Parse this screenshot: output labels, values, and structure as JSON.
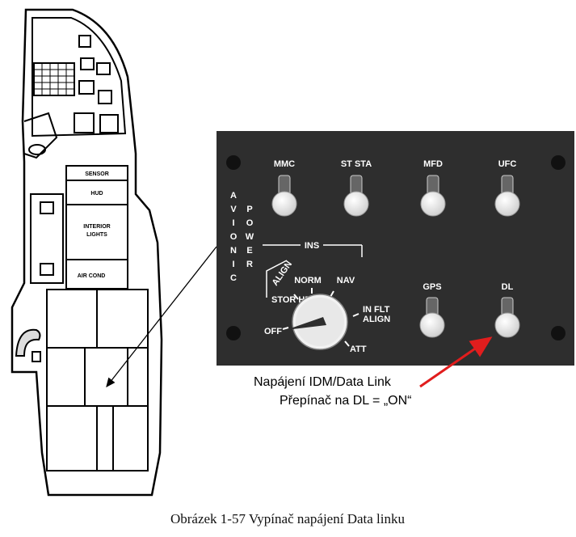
{
  "console": {
    "labels": {
      "sensor": "SENSOR",
      "hud": "HUD",
      "interior_lights_1": "INTERIOR",
      "interior_lights_2": "LIGHTS",
      "air_cond": "AIR COND"
    }
  },
  "panel": {
    "toggles_top": [
      "MMC",
      "ST STA",
      "MFD",
      "UFC"
    ],
    "toggles_bottom": [
      "GPS",
      "DL"
    ],
    "side_label_1": "AVIONIC",
    "side_label_2": "POWER",
    "ins_title": "INS",
    "knob_positions": {
      "off": "OFF",
      "stor_hdg": "STOR HDG",
      "align": "ALIGN",
      "norm": "NORM",
      "nav": "NAV",
      "in_flt": "IN FLT",
      "in_flt_align": "ALIGN",
      "att": "ATT"
    }
  },
  "callout": {
    "line1": "Napájení IDM/Data Link",
    "line2": "Přepínač na DL = „ON“",
    "arrow_color": "#e11d1d"
  },
  "caption": "Obrázek 1-57 Vypínač napájení Data linku",
  "colors": {
    "panel_bg": "#2e2e2e",
    "panel_text": "#ffffff",
    "line_art": "#000000"
  }
}
